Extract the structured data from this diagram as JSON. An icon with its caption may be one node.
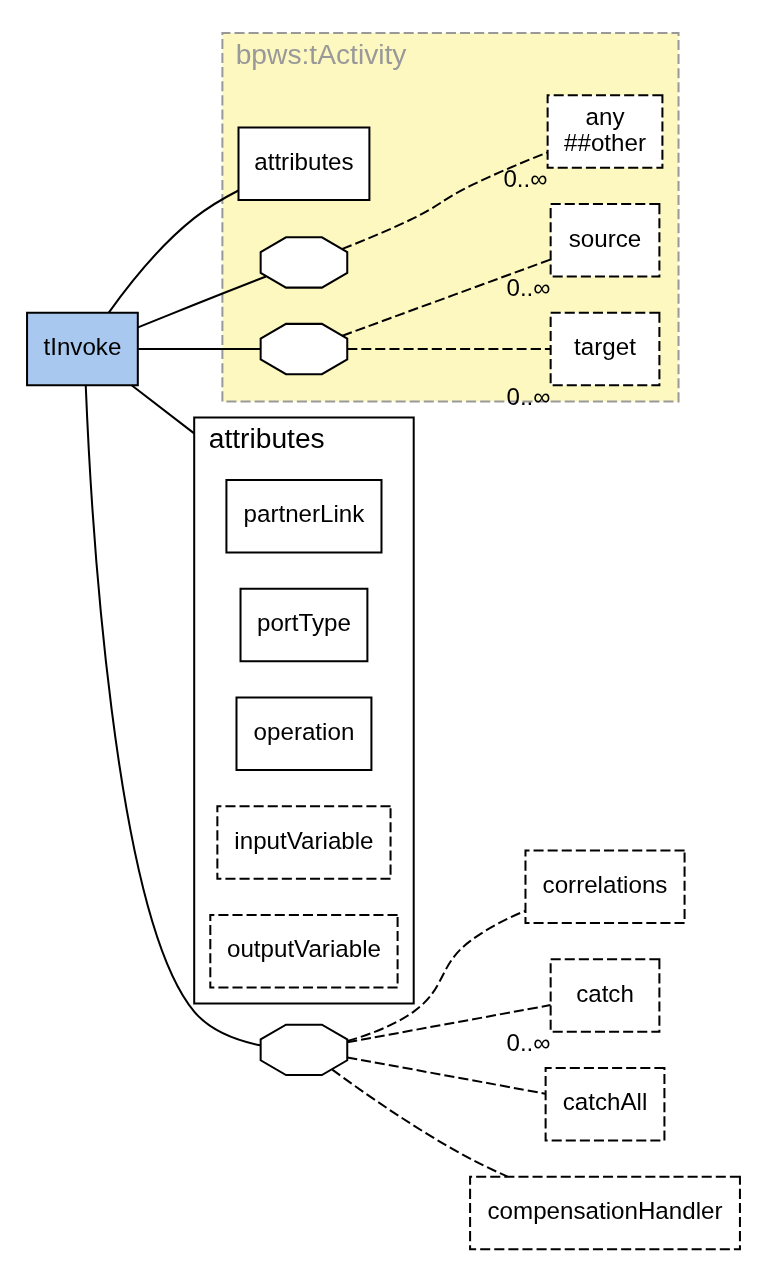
{
  "diagram": {
    "nodes": [
      {
        "text": [
          "tInvoke"
        ]
      },
      {
        "text": [
          "bpws:tActivity"
        ]
      },
      {
        "text": [
          "attributes"
        ],
        "in": 1
      },
      {
        "text": [],
        "shape": "octagon",
        "in": 1
      },
      {
        "text": [
          "any",
          "##other"
        ],
        "beside": [
          "0..∞"
        ],
        "in": 1
      },
      {
        "text": [],
        "shape": "octagon",
        "in": 1
      },
      {
        "text": [
          "target"
        ],
        "beside": [
          "0..∞"
        ],
        "in": 1
      },
      {
        "text": [
          "source"
        ],
        "beside": [
          "0..∞"
        ],
        "in": 1
      },
      {
        "text": [
          "attributes"
        ]
      },
      {
        "text": [
          "partnerLink"
        ],
        "in": 8
      },
      {
        "text": [
          "portType"
        ],
        "in": 8
      },
      {
        "text": [
          "operation"
        ],
        "in": 8
      },
      {
        "text": [
          "inputVariable"
        ],
        "in": 8
      },
      {
        "text": [
          "outputVariable"
        ],
        "in": 8
      },
      {
        "text": [],
        "shape": "octagon"
      },
      {
        "text": [
          "correlations"
        ]
      },
      {
        "text": [
          "catch"
        ],
        "beside": [
          "0..∞"
        ]
      },
      {
        "text": [
          "catchAll"
        ]
      },
      {
        "text": [
          "compensationHandler"
        ]
      }
    ],
    "edges": [
      {
        "from": 0,
        "to": 2,
        "arrow": "none"
      },
      {
        "from": 0,
        "to": 3,
        "arrow": "none"
      },
      {
        "from": 3,
        "to": 4,
        "arrow": "none",
        "style": "dashed"
      },
      {
        "from": 0,
        "to": 5,
        "arrow": "none"
      },
      {
        "from": 5,
        "to": 6,
        "arrow": "none",
        "style": "dashed"
      },
      {
        "from": 5,
        "to": 7,
        "arrow": "none",
        "style": "dashed"
      },
      {
        "from": 0,
        "to": 8,
        "arrow": "none"
      },
      {
        "from": 0,
        "to": 14,
        "arrow": "none"
      },
      {
        "from": 14,
        "to": 15,
        "arrow": "none",
        "style": "dashed"
      },
      {
        "from": 14,
        "to": 16,
        "arrow": "none",
        "style": "dashed"
      },
      {
        "from": 14,
        "to": 17,
        "arrow": "none",
        "style": "dashed"
      },
      {
        "from": 14,
        "to": 18,
        "arrow": "none",
        "style": "dashed"
      }
    ]
  }
}
